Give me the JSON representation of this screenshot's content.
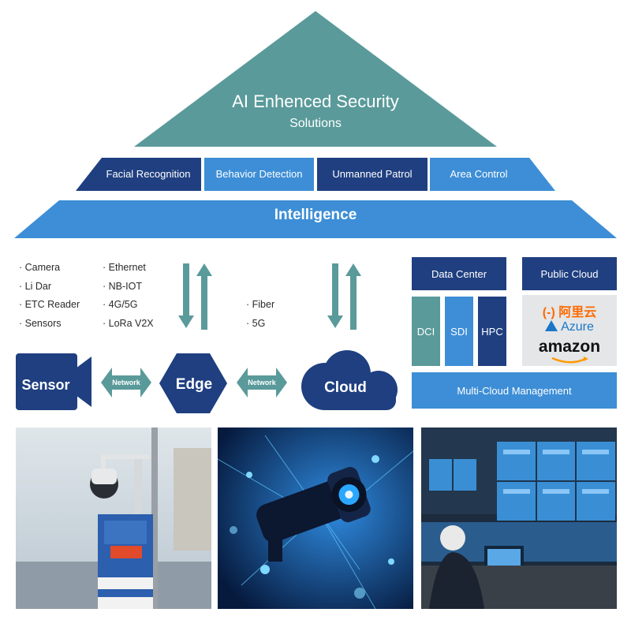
{
  "pyramid": {
    "title": "AI Enhenced Security",
    "subtitle": "Solutions",
    "capabilities": [
      {
        "label": "Facial Recognition"
      },
      {
        "label": "Behavior Detection"
      },
      {
        "label": "Unmanned Patrol"
      },
      {
        "label": "Area Control"
      }
    ],
    "base_label": "Intelligence"
  },
  "lists": {
    "sensors": [
      "Camera",
      "Li Dar",
      "ETC Reader",
      "Sensors"
    ],
    "protocols": [
      "Ethernet",
      "NB-IOT",
      "4G/5G",
      "LoRa V2X"
    ],
    "backhaul": [
      "Fiber",
      "5G"
    ]
  },
  "flow": {
    "sensor": "Sensor",
    "network_left": "Network",
    "edge": "Edge",
    "network_right": "Network",
    "cloud": "Cloud"
  },
  "infra": {
    "data_center": "Data Center",
    "public_cloud": "Public Cloud",
    "dci": "DCI",
    "sdi": "SDI",
    "hpc": "HPC",
    "multi_cloud": "Multi-Cloud Management",
    "vendors": {
      "aliyun": "(-) 阿里云",
      "azure": "Azure",
      "amazon": "amazon"
    }
  },
  "colors": {
    "teal": "#5a9a9a",
    "dark_blue": "#1f3f80",
    "light_blue": "#3d8ed6",
    "navy": "#1d3f82"
  },
  "photos": [
    {
      "icon": "roadside-camera-pole-photo"
    },
    {
      "icon": "ai-camera-network-photo"
    },
    {
      "icon": "control-room-photo"
    }
  ]
}
